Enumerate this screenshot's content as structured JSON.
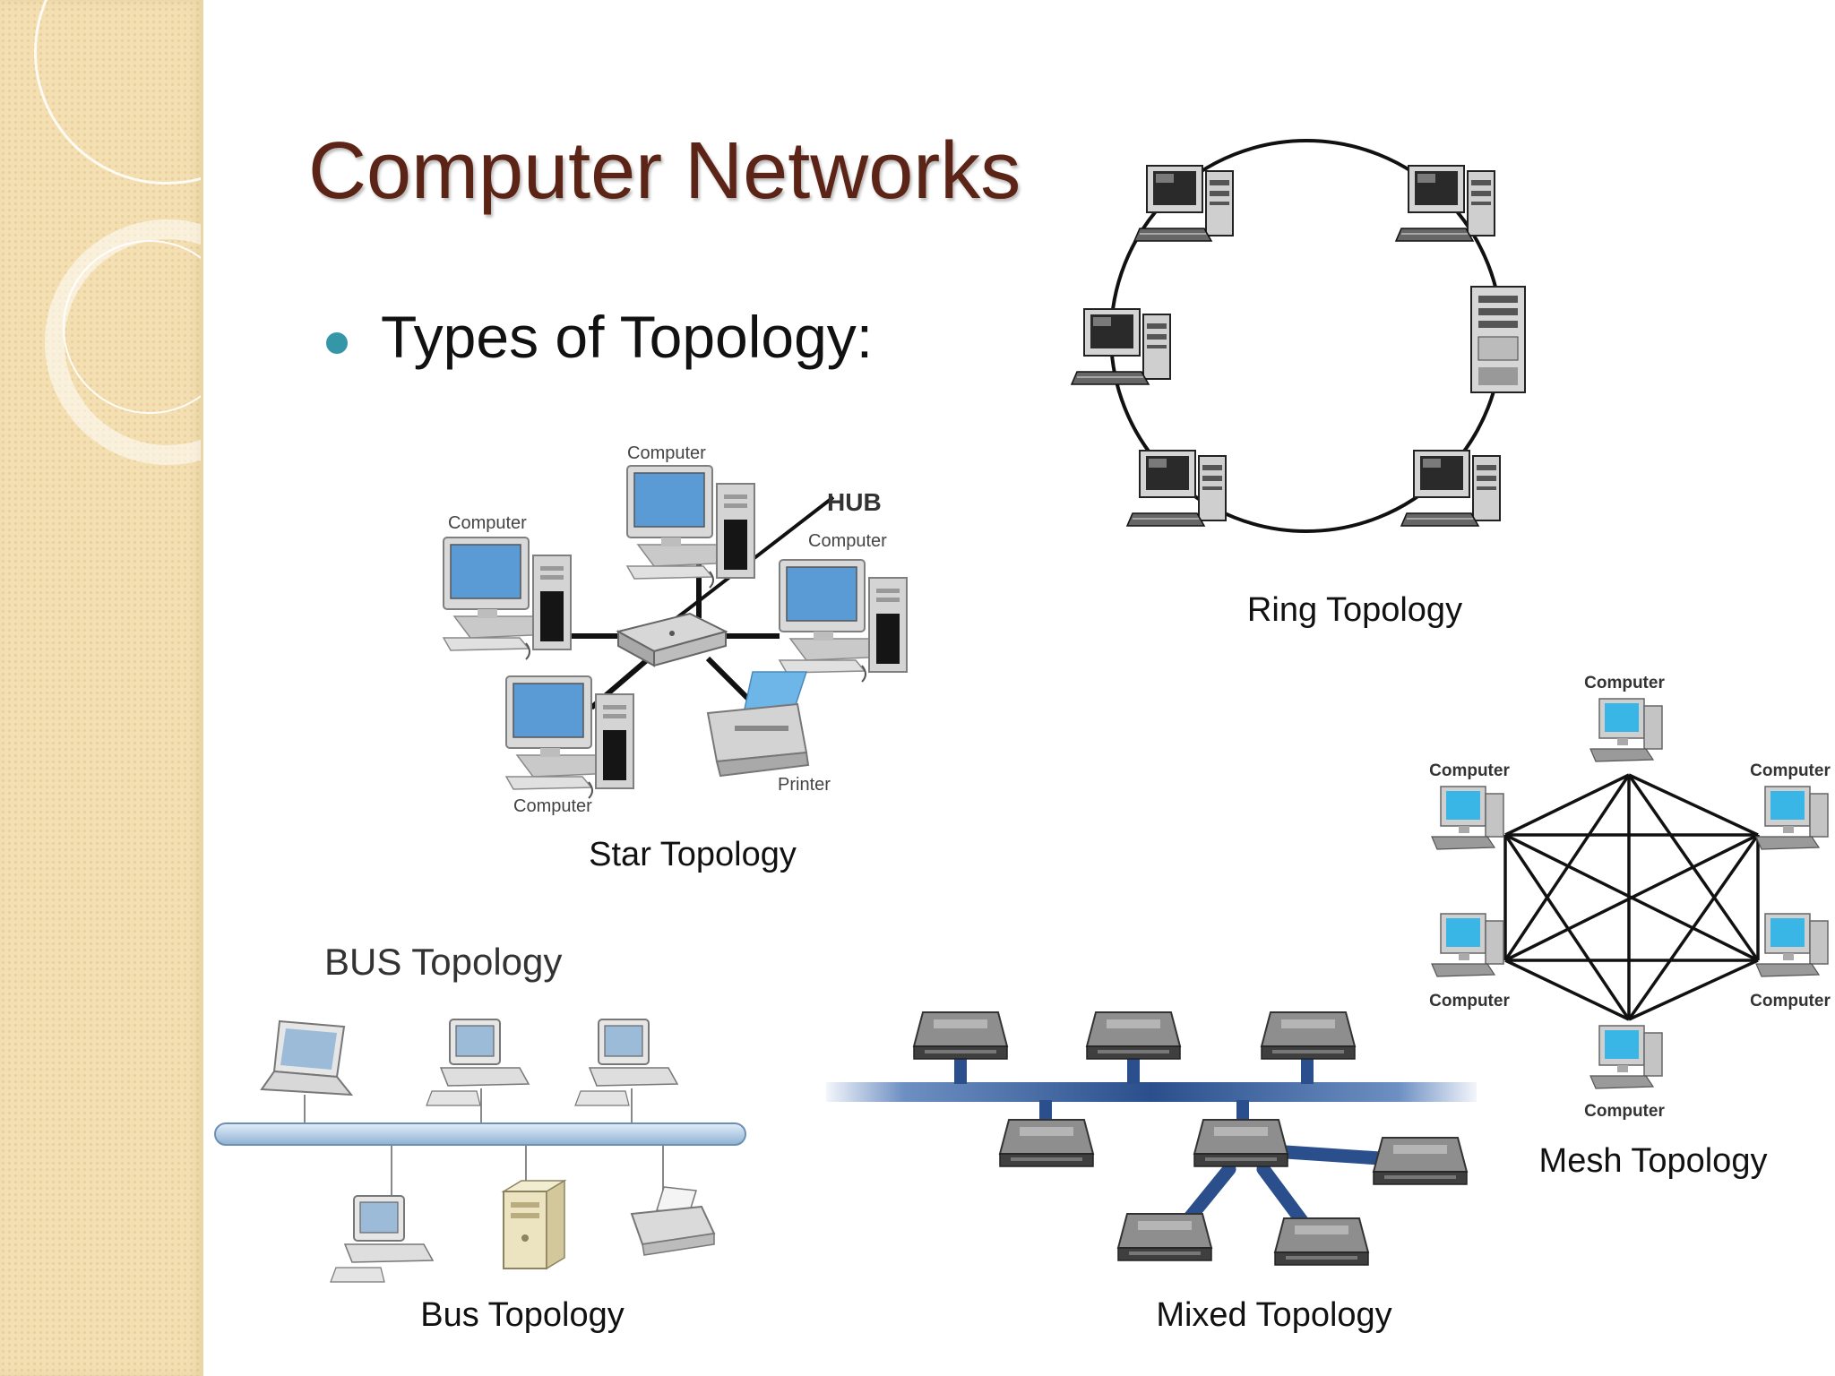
{
  "slide": {
    "title": "Computer Networks",
    "bullet": "Types of Topology:"
  },
  "star": {
    "caption": "Star Topology",
    "hub_label": "HUB",
    "computer_label": "Computer",
    "printer_label": "Printer"
  },
  "ring": {
    "caption": "Ring Topology"
  },
  "mesh": {
    "caption": "Mesh Topology",
    "computer_label": "Computer"
  },
  "bus": {
    "heading": "BUS Topology",
    "caption": "Bus Topology"
  },
  "mixed": {
    "caption": "Mixed Topology"
  },
  "colors": {
    "title": "#5c2416",
    "bullet": "#3596a8",
    "sidebar": "#f3dfb2",
    "bus_pipe": "#b8d0e8",
    "mixed_backbone": "#2a4f8c"
  }
}
